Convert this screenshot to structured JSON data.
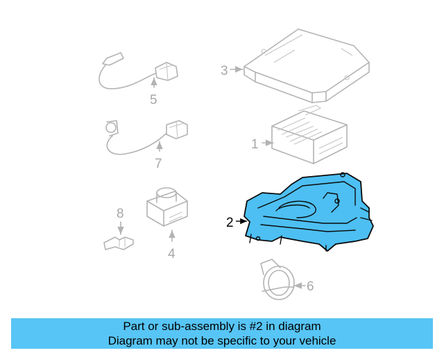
{
  "callouts": {
    "part1": "1",
    "part2": "2",
    "part3": "3",
    "part4": "4",
    "part5": "5",
    "part6": "6",
    "part7": "7",
    "part8": "8"
  },
  "highlight": {
    "color": "#4dbff2",
    "part": "2"
  },
  "banner": {
    "color": "#57c5f5",
    "line1": "Part or sub-assembly is #2 in diagram",
    "line2": "Diagram may not be specific to your vehicle"
  }
}
